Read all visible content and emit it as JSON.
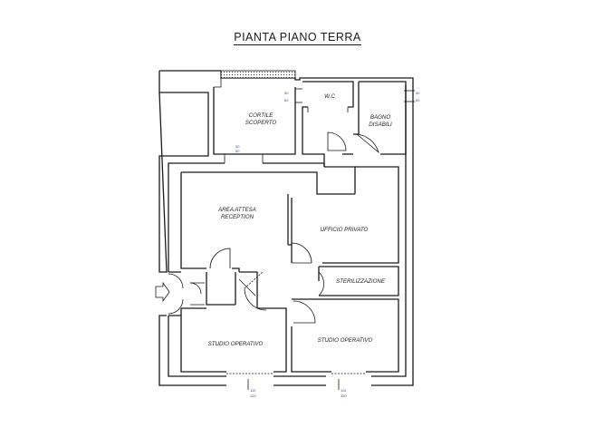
{
  "title": "PIANTA PIANO TERRA",
  "rooms": {
    "cortile_1": "CORTILE",
    "cortile_2": "SCOPERTO",
    "wc": "W.C",
    "bagno_1": "BAGNO",
    "bagno_2": "DISABILI",
    "attesa_1": "AREA ATTESA",
    "attesa_2": "RECEPTION",
    "ufficio": "UFFICIO PRIVATO",
    "sterilizzazione": "STERILIZZAZIONE",
    "studio_1": "STUDIO OPERATIVO",
    "studio_2": "STUDIO OPERATIVO"
  },
  "windows": {
    "cortile_top": "50",
    "cortile_bottom": "60",
    "wc_top": "50",
    "wc_bottom": "60",
    "right_top": "50",
    "right_bottom": "60",
    "studio1_top": "110",
    "studio1_bottom": "120",
    "studio2_top": "110",
    "studio2_bottom": "120"
  },
  "colors": {
    "line": "#1a1a1a",
    "window_label": "#3b4a9a"
  }
}
